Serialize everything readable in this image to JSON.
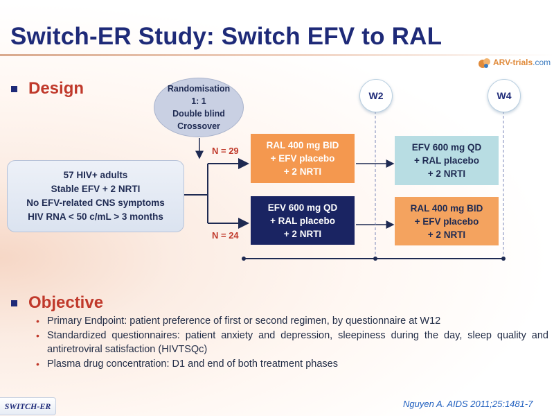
{
  "title": "Switch-ER Study: Switch EFV to RAL",
  "logo": {
    "part1": "ARV-trials",
    "part2": ".com"
  },
  "design": {
    "heading": "Design",
    "randomisation": [
      "Randomisation",
      "1: 1",
      "Double blind",
      "Crossover"
    ],
    "population": [
      "57 HIV+ adults",
      "Stable EFV + 2 NRTI",
      "No EFV-related CNS symptoms",
      "HIV RNA < 50 c/mL > 3 months"
    ],
    "arm1": {
      "n": "N = 29",
      "phase1": [
        "RAL 400 mg BID",
        "+ EFV placebo",
        "+ 2 NRTI"
      ],
      "phase2": [
        "EFV 600 mg QD",
        "+ RAL placebo",
        "+ 2 NRTI"
      ]
    },
    "arm2": {
      "n": "N = 24",
      "phase1": [
        "EFV 600 mg QD",
        "+ RAL placebo",
        "+ 2 NRTI"
      ],
      "phase2": [
        "RAL 400 mg BID",
        "+ EFV placebo",
        "+ 2 NRTI"
      ]
    },
    "weeks": [
      "W2",
      "W4"
    ]
  },
  "objective": {
    "heading": "Objective",
    "items": [
      "Primary Endpoint: patient preference of first or second regimen, by questionnaire at W12",
      "Standardized questionnaires: patient anxiety and depression, sleepiness during the day, sleep quality and antiretroviral satisfaction (HIVTSQc)",
      "Plasma drug concentration: D1 and end of both treatment phases"
    ]
  },
  "footer": {
    "study_tag": "SWITCH-ER",
    "citation": "Nguyen A. AIDS 2011;25:1481-7"
  },
  "colors": {
    "title": "#1e2a78",
    "accent_red": "#c0392b",
    "orange": "#f4984f",
    "navy": "#1a2462",
    "light_blue": "#b8dde3"
  }
}
